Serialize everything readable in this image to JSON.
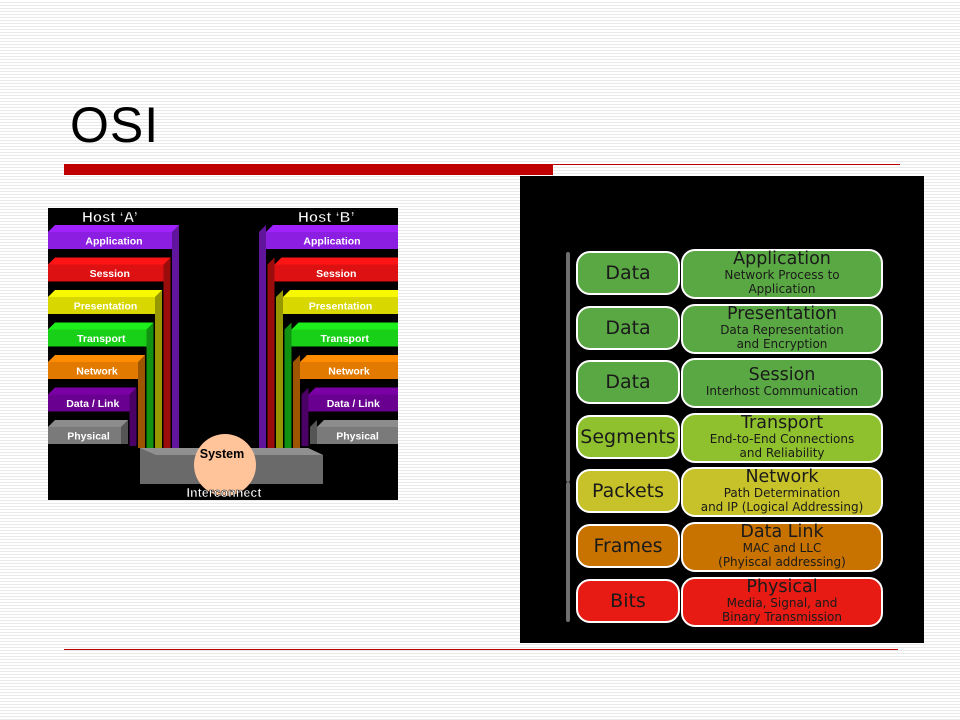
{
  "slide": {
    "title": "OSI"
  },
  "left_diagram": {
    "host_a": "Host ‘A’",
    "host_b": "Host ‘B’",
    "layers": [
      {
        "label": "Application",
        "color": "#8b1ee0"
      },
      {
        "label": "Session",
        "color": "#dd1111"
      },
      {
        "label": "Presentation",
        "color": "#d8d800"
      },
      {
        "label": "Transport",
        "color": "#18d018"
      },
      {
        "label": "Network",
        "color": "#e27a00"
      },
      {
        "label": "Data / Link",
        "color": "#6a0090"
      },
      {
        "label": "Physical",
        "color": "#7a7a7a"
      }
    ],
    "system": "System",
    "interconnect": "Interconnect"
  },
  "right_diagram": {
    "rows": [
      {
        "data": "Data",
        "name": "Application",
        "desc": [
          "Network Process to",
          "Application"
        ],
        "color": "#5aa843"
      },
      {
        "data": "Data",
        "name": "Presentation",
        "desc": [
          "Data Representation",
          "and Encryption"
        ],
        "color": "#5aa843"
      },
      {
        "data": "Data",
        "name": "Session",
        "desc": [
          "Interhost Communication"
        ],
        "color": "#5aa843"
      },
      {
        "data": "Segments",
        "name": "Transport",
        "desc": [
          "End-to-End Connections",
          "and Reliability"
        ],
        "color": "#8fc12e"
      },
      {
        "data": "Packets",
        "name": "Network",
        "desc": [
          "Path Determination",
          "and IP (Logical Addressing)"
        ],
        "color": "#c7c22a"
      },
      {
        "data": "Frames",
        "name": "Data Link",
        "desc": [
          "MAC and LLC",
          "(Phyiscal addressing)"
        ],
        "color": "#c87200"
      },
      {
        "data": "Bits",
        "name": "Physical",
        "desc": [
          "Media, Signal, and",
          "Binary Transmission"
        ],
        "color": "#e71b14"
      }
    ]
  }
}
